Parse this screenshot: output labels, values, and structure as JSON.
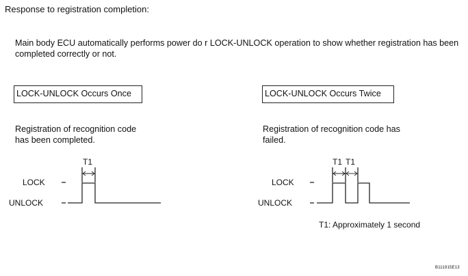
{
  "heading": "Response to registration completion:",
  "intro": "Main body ECU automatically performs power do r LOCK-UNLOCK operation to show whether registration has been completed correctly or not.",
  "cases": [
    {
      "box_label": "LOCK-UNLOCK Occurs Once",
      "description": "Registration of recognition code has been completed.",
      "lock_label": "LOCK",
      "unlock_label": "UNLOCK",
      "interval_labels": [
        "T1"
      ],
      "pulses": 1
    },
    {
      "box_label": "LOCK-UNLOCK Occurs Twice",
      "description": "Registration of recognition code has failed.",
      "lock_label": "LOCK",
      "unlock_label": "UNLOCK",
      "interval_labels": [
        "T1",
        "T1"
      ],
      "pulses": 2
    }
  ],
  "note": "T1: Approximately 1 second",
  "figure_id": "B111915E13"
}
